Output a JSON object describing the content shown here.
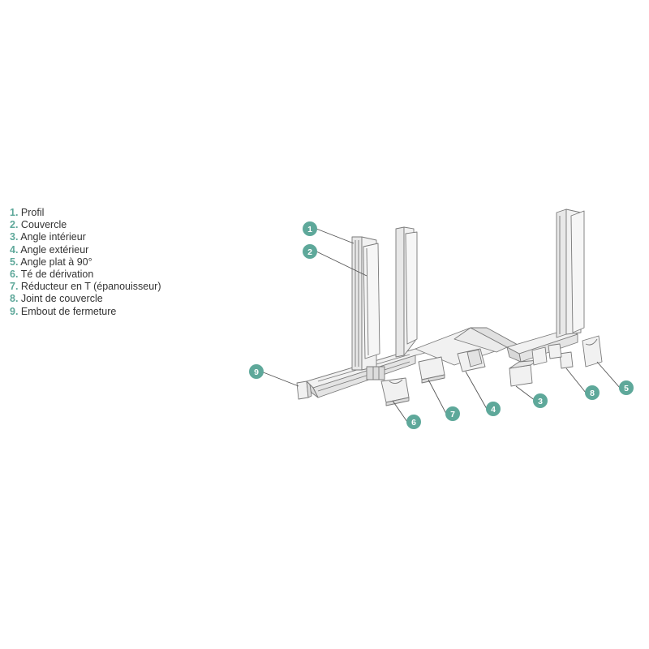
{
  "legend": [
    {
      "num": "1.",
      "label": "Profil"
    },
    {
      "num": "2.",
      "label": "Couvercle"
    },
    {
      "num": "3.",
      "label": "Angle intérieur"
    },
    {
      "num": "4.",
      "label": "Angle extérieur"
    },
    {
      "num": "5.",
      "label": "Angle plat à 90°"
    },
    {
      "num": "6.",
      "label": "Té de dérivation"
    },
    {
      "num": "7.",
      "label": "Réducteur en T (épanouisseur)"
    },
    {
      "num": "8.",
      "label": "Joint de couvercle"
    },
    {
      "num": "9.",
      "label": "Embout de fermeture"
    }
  ],
  "callouts": [
    "1",
    "2",
    "3",
    "4",
    "5",
    "6",
    "7",
    "8",
    "9"
  ],
  "colors": {
    "accent": "#5ea89a",
    "line": "#555555",
    "part_fill": "#f1f1f1",
    "part_stroke": "#7a7a7a"
  }
}
